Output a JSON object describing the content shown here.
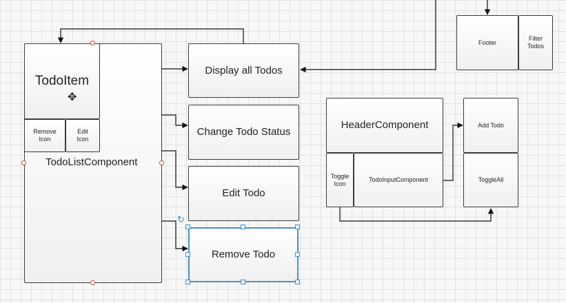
{
  "nodes": {
    "todo_item": "TodoItem",
    "remove_icon": "Remove\nIcon",
    "edit_icon": "Edit\nIcon",
    "todo_list_component": "TodoListComponent",
    "display_all_todos": "Display all Todos",
    "change_todo_status": "Change Todo Status",
    "edit_todo": "Edit Todo",
    "remove_todo": "Remove Todo",
    "footer": "Footer",
    "filter_todos": "Filter\nTodos",
    "header_component": "HeaderComponent",
    "toggle_icon": "Toggle\nIcon",
    "todo_input_component": "TodoInputComponent",
    "add_todo": "Add Todo",
    "toggle_all": "ToggleAll"
  },
  "icons": {
    "move_cursor": "move-cursor-icon",
    "rotate_handle": "rotate-handle-icon"
  },
  "colors": {
    "stroke": "#3a3a3a",
    "selection": "#4a90c2",
    "connection_point": "#c0504d"
  }
}
